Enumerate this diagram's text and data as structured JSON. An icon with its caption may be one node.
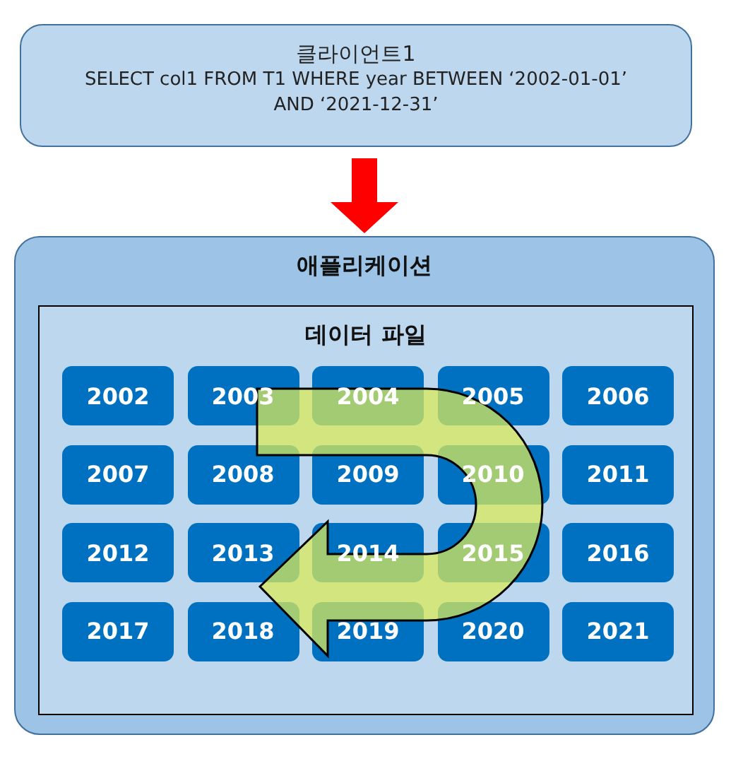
{
  "diagram": {
    "nodes": [
      {
        "text": [
          "클라이언트1",
          "SELECT col1 FROM T1 WHERE year BETWEEN ‘2002-01-01’ AND ‘2021-12-31’"
        ]
      },
      {
        "text": [
          "애플리케이션"
        ]
      },
      {
        "text": [
          "데이터 파일"
        ],
        "in": 1
      },
      {
        "text": [
          "2002"
        ],
        "in": 2
      },
      {
        "text": [
          "2003"
        ],
        "in": 2
      },
      {
        "text": [
          "2004"
        ],
        "in": 2
      },
      {
        "text": [
          "2005"
        ],
        "in": 2
      },
      {
        "text": [
          "2006"
        ],
        "in": 2
      },
      {
        "text": [
          "2007"
        ],
        "in": 2
      },
      {
        "text": [
          "2008"
        ],
        "in": 2
      },
      {
        "text": [
          "2009"
        ],
        "in": 2
      },
      {
        "text": [
          "2010"
        ],
        "in": 2
      },
      {
        "text": [
          "2011"
        ],
        "in": 2
      },
      {
        "text": [
          "2012"
        ],
        "in": 2
      },
      {
        "text": [
          "2013"
        ],
        "in": 2
      },
      {
        "text": [
          "2014"
        ],
        "in": 2
      },
      {
        "text": [
          "2015"
        ],
        "in": 2
      },
      {
        "text": [
          "2016"
        ],
        "in": 2
      },
      {
        "text": [
          "2017"
        ],
        "in": 2
      },
      {
        "text": [
          "2018"
        ],
        "in": 2
      },
      {
        "text": [
          "2019"
        ],
        "in": 2
      },
      {
        "text": [
          "2020"
        ],
        "in": 2
      },
      {
        "text": [
          "2021"
        ],
        "in": 2
      }
    ],
    "edges": [
      {
        "from": 0,
        "to": 1,
        "arrow": "to",
        "color": "#ff0000"
      }
    ]
  }
}
